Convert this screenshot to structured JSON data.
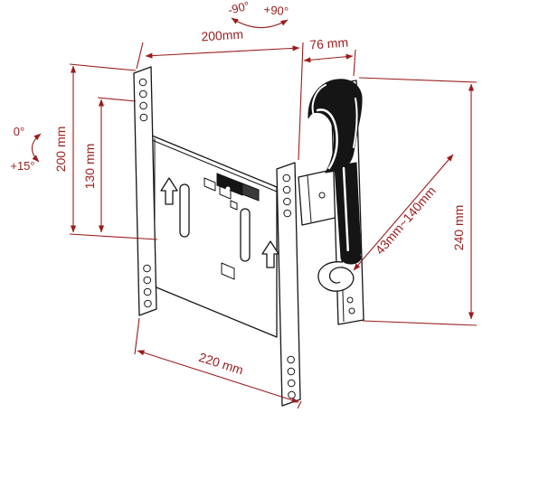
{
  "labels": {
    "swivel_neg": "-90°",
    "swivel_pos": "+90°",
    "top_width": "200mm",
    "depth": "76 mm",
    "tilt_min": "0°",
    "tilt_max": "+15°",
    "left_height": "200 mm",
    "inner_height": "130 mm",
    "extension_range": "43mm~140mm",
    "right_height": "240 mm",
    "bottom_width": "220 mm"
  },
  "colors": {
    "dimension": "#9b1c1c",
    "drawing": "#151515",
    "background": "#ffffff"
  }
}
